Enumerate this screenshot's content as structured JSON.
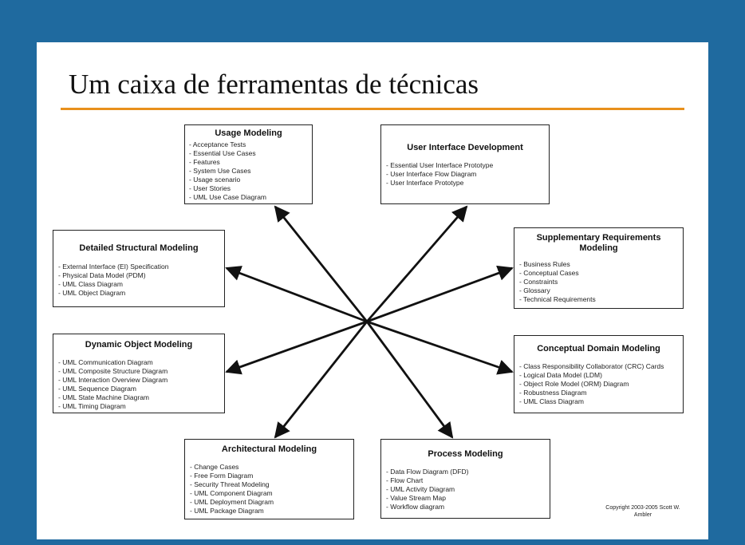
{
  "title": "Um caixa de ferramentas de técnicas",
  "colors": {
    "frame": "#1f6a9f",
    "accent_rule": "#e8901c"
  },
  "boxes": [
    {
      "id": "usage",
      "title": "Usage Modeling",
      "items": [
        "Acceptance Tests",
        "Essential Use Cases",
        "Features",
        "System Use Cases",
        "Usage scenario",
        "User Stories",
        "UML Use Case Diagram"
      ]
    },
    {
      "id": "ui",
      "title": "User Interface Development",
      "items": [
        "Essential User Interface Prototype",
        "User Interface Flow Diagram",
        "User Interface Prototype"
      ]
    },
    {
      "id": "structural",
      "title": "Detailed Structural Modeling",
      "items": [
        "External Interface (EI) Specification",
        "Physical Data Model (PDM)",
        "UML Class Diagram",
        "UML Object Diagram"
      ]
    },
    {
      "id": "supplementary",
      "title": "Supplementary Requirements Modeling",
      "items": [
        "Business Rules",
        "Conceptual Cases",
        "Constraints",
        "Glossary",
        "Technical Requirements"
      ]
    },
    {
      "id": "dynamic",
      "title": "Dynamic Object Modeling",
      "items": [
        "UML Communication Diagram",
        "UML Composite Structure Diagram",
        "UML Interaction Overview Diagram",
        "UML Sequence Diagram",
        "UML State Machine Diagram",
        "UML Timing Diagram"
      ]
    },
    {
      "id": "conceptual",
      "title": "Conceptual Domain Modeling",
      "items": [
        "Class Responsibility Collaborator (CRC) Cards",
        "Logical Data Model (LDM)",
        "Object Role Model (ORM) Diagram",
        "Robustness Diagram",
        "UML Class Diagram"
      ]
    },
    {
      "id": "architectural",
      "title": "Architectural Modeling",
      "items": [
        "Change Cases",
        "Free Form Diagram",
        "Security Threat Modeling",
        "UML Component Diagram",
        "UML Deployment Diagram",
        "UML Package Diagram"
      ]
    },
    {
      "id": "process",
      "title": "Process Modeling",
      "items": [
        "Data Flow Diagram (DFD)",
        "Flow Chart",
        "UML Activity Diagram",
        "Value Stream Map",
        "Workflow diagram"
      ]
    }
  ],
  "copyright": "Copyright 2003-2005 Scott W. Ambler"
}
